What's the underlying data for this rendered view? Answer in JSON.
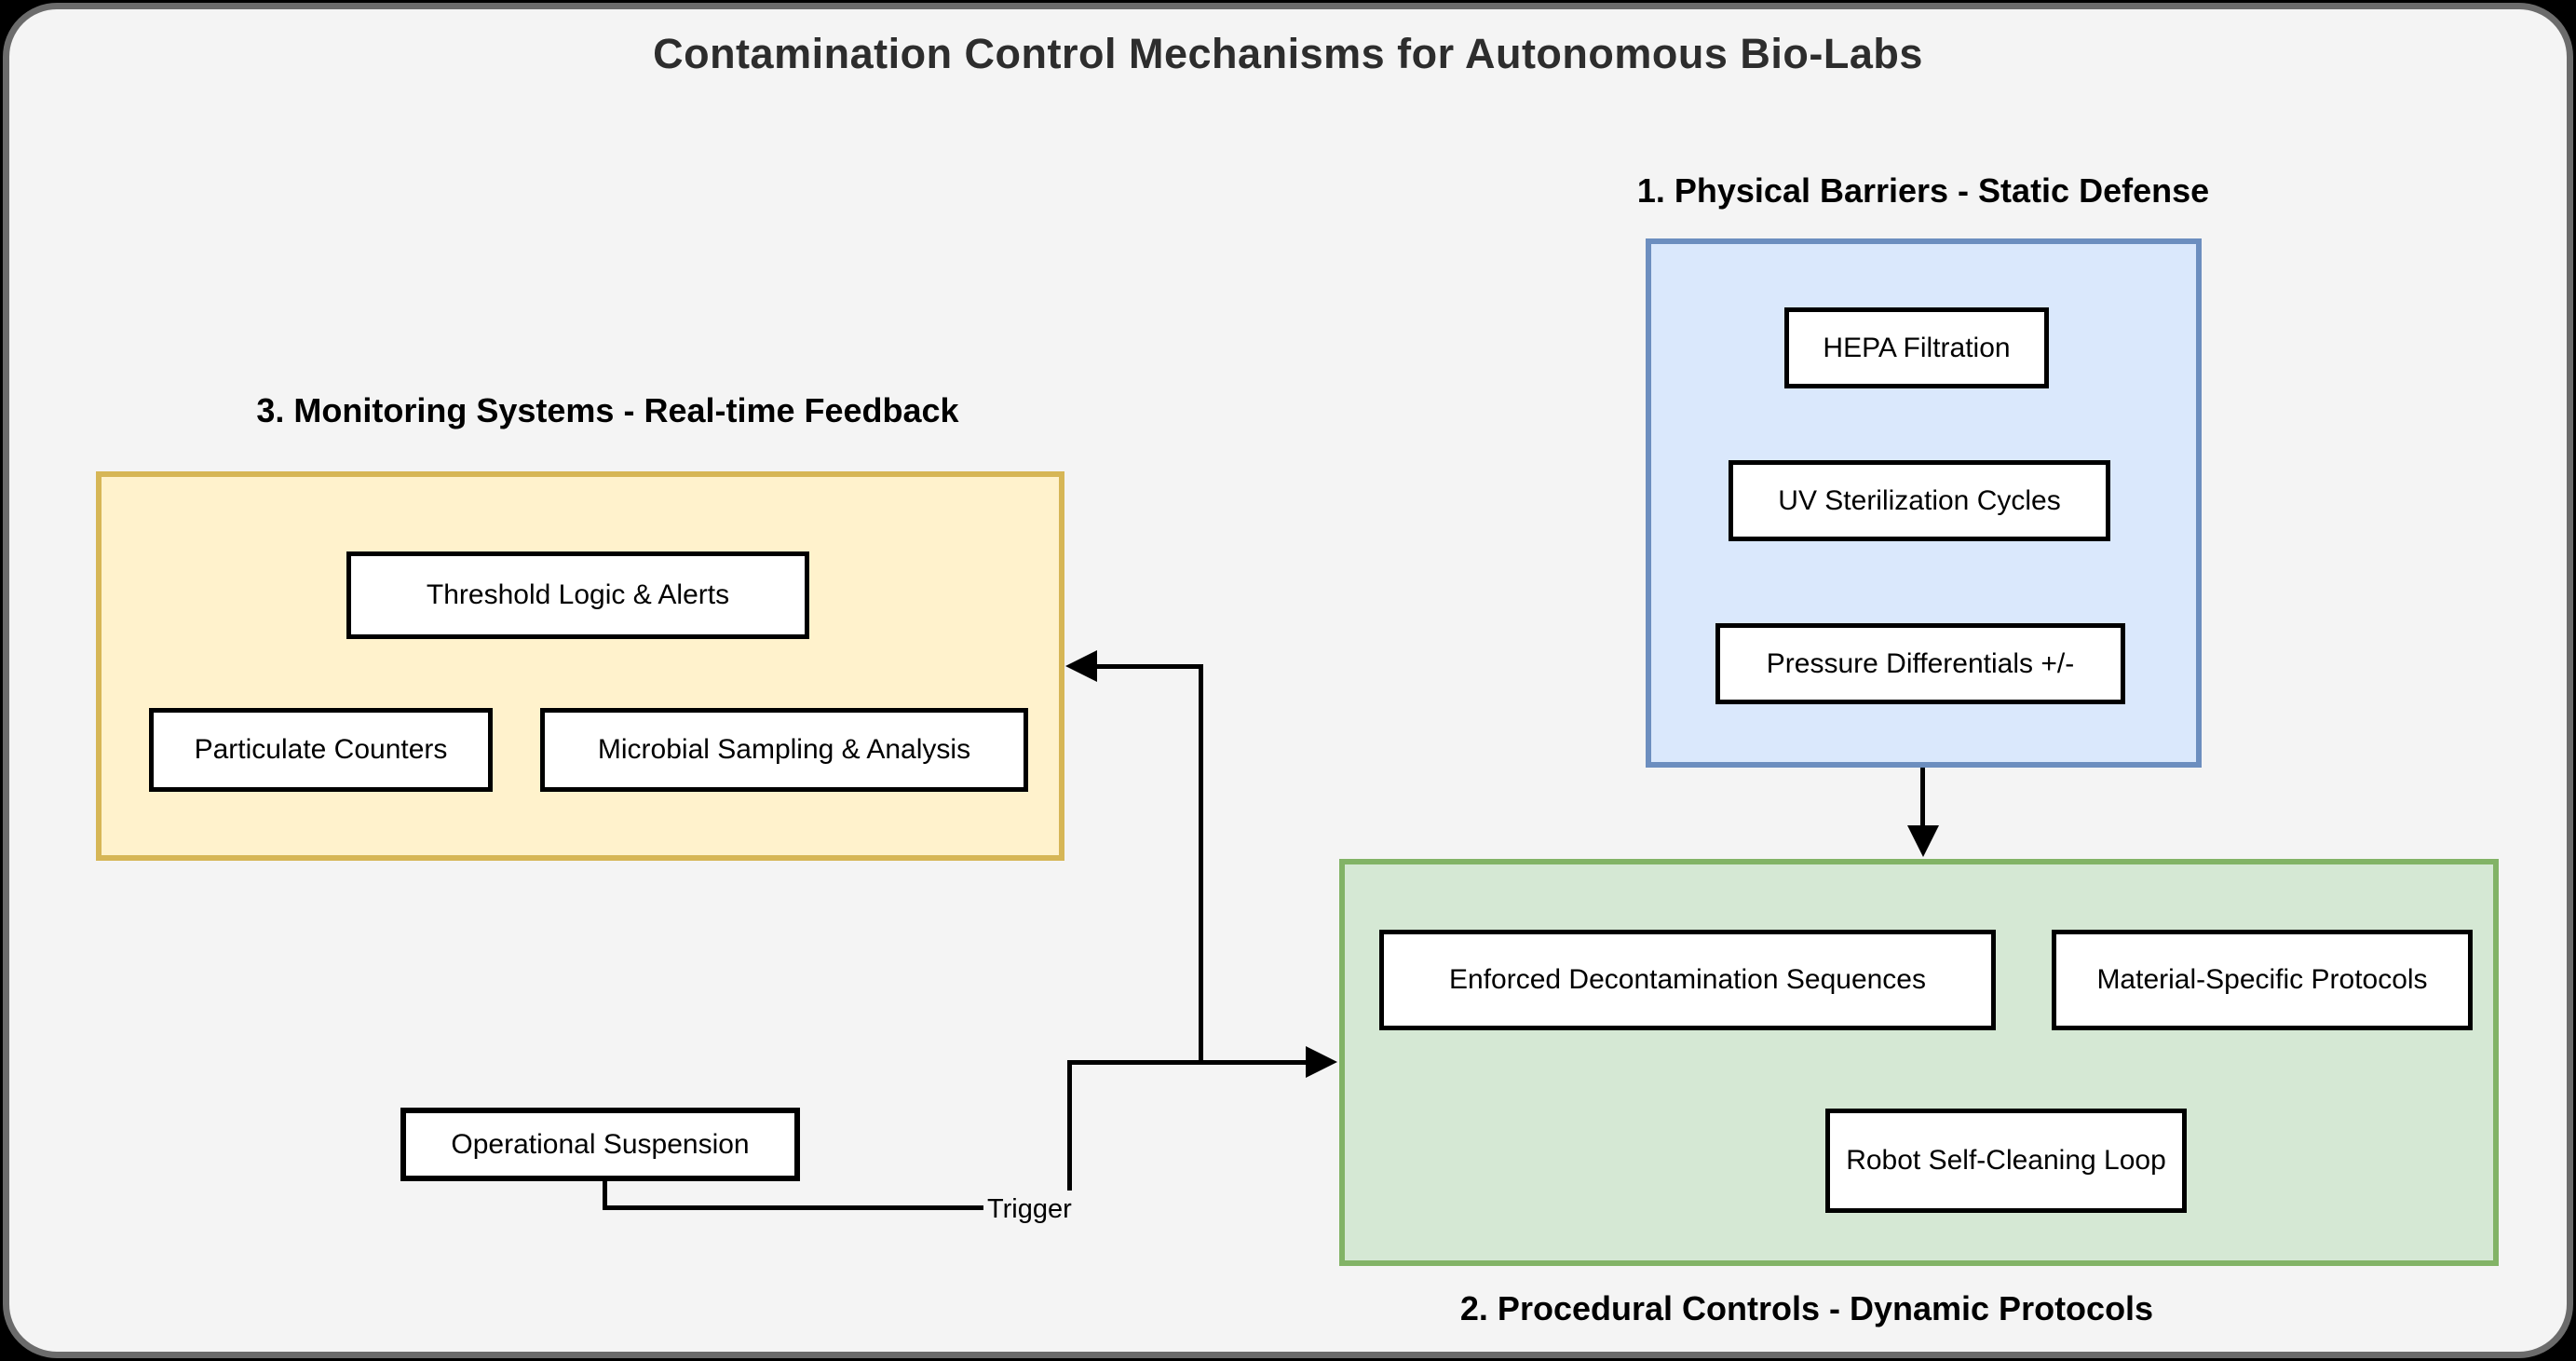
{
  "title": "Contamination Control Mechanisms for Autonomous Bio-Labs",
  "groups": {
    "physical": {
      "label": "1. Physical Barriers - Static Defense",
      "items": [
        "HEPA Filtration",
        "UV Sterilization Cycles",
        "Pressure Differentials +/-"
      ]
    },
    "procedural": {
      "label": "2. Procedural Controls - Dynamic Protocols",
      "items": [
        "Enforced Decontamination Sequences",
        "Material-Specific Protocols",
        "Robot Self-Cleaning Loop"
      ]
    },
    "monitoring": {
      "label": "3. Monitoring Systems - Real-time Feedback",
      "items": [
        "Threshold Logic & Alerts",
        "Particulate Counters",
        "Microbial Sampling & Analysis"
      ]
    }
  },
  "standalone_nodes": {
    "operational_suspension": "Operational Suspension"
  },
  "edge_labels": {
    "trigger": "Trigger"
  },
  "colors": {
    "canvas_bg": "#F4F4F4",
    "frame_border": "#6B6B6B",
    "physical_fill": "#DAE8FC",
    "physical_stroke": "#6C8EBF",
    "procedural_fill": "#D5E8D4",
    "procedural_stroke": "#82B366",
    "monitoring_fill": "#FFF2CC",
    "monitoring_stroke": "#D6B656",
    "node_fill": "#FFFFFF",
    "node_stroke": "#000000",
    "connector": "#000000",
    "title_color": "#2D2D2D"
  }
}
